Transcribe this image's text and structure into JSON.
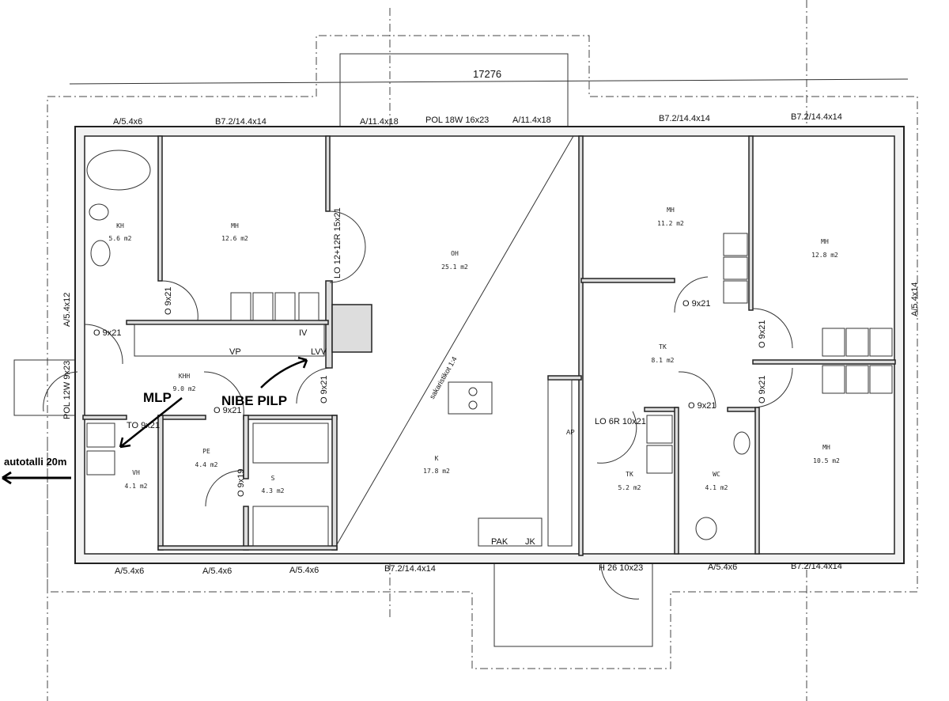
{
  "plan": {
    "overall_dimension": "17276",
    "roof_note": "sakaristikot 1:4",
    "rooms": [
      {
        "name": "KH",
        "area": "5.6 m2"
      },
      {
        "name": "MH",
        "area": "12.6 m2"
      },
      {
        "name": "OH",
        "area": "25.1 m2"
      },
      {
        "name": "MH",
        "area": "11.2 m2"
      },
      {
        "name": "MH",
        "area": "12.8 m2"
      },
      {
        "name": "TK",
        "area": "8.1 m2"
      },
      {
        "name": "KHH",
        "area": "9.0 m2"
      },
      {
        "name": "PE",
        "area": "4.4 m2"
      },
      {
        "name": "S",
        "area": "4.3 m2"
      },
      {
        "name": "VH",
        "area": "4.1 m2"
      },
      {
        "name": "K",
        "area": "17.8 m2"
      },
      {
        "name": "TK",
        "area": "5.2 m2"
      },
      {
        "name": "WC",
        "area": "4.1 m2"
      },
      {
        "name": "MH",
        "area": "10.5 m2"
      }
    ],
    "windows_top": [
      "A/5.4x6",
      "B7.2/14.4x14",
      "A/11.4x18",
      "POL 18W 16x23",
      "A/11.4x18",
      "B7.2/14.4x14",
      "B7.2/14.4x14"
    ],
    "windows_bottom": [
      "A/5.4x6",
      "A/5.4x6",
      "A/5.4x6",
      "B7.2/14.4x14",
      "H 26 10x23",
      "A/5.4x6",
      "B7.2/14.4x14"
    ],
    "windows_side": {
      "left": "A/5.4x12",
      "right": "A/5.4x14",
      "left_door": "POL 12W 9x23"
    },
    "doors": [
      "O 9x21",
      "O 9x21",
      "LO 12+12R 15x21",
      "O 9x21",
      "O 9x21",
      "O 9x19",
      "TO 9x21",
      "O 9x21",
      "O 9x21",
      "O 9x21",
      "O 9x21",
      "LO 6R 10x21"
    ],
    "fixtures": [
      "VP",
      "IV",
      "LVV",
      "AP",
      "PAK",
      "JK"
    ]
  },
  "annotations": {
    "mlp": "MLP",
    "nibe": "NIBE PILP",
    "garage": "autotalli 20m"
  }
}
